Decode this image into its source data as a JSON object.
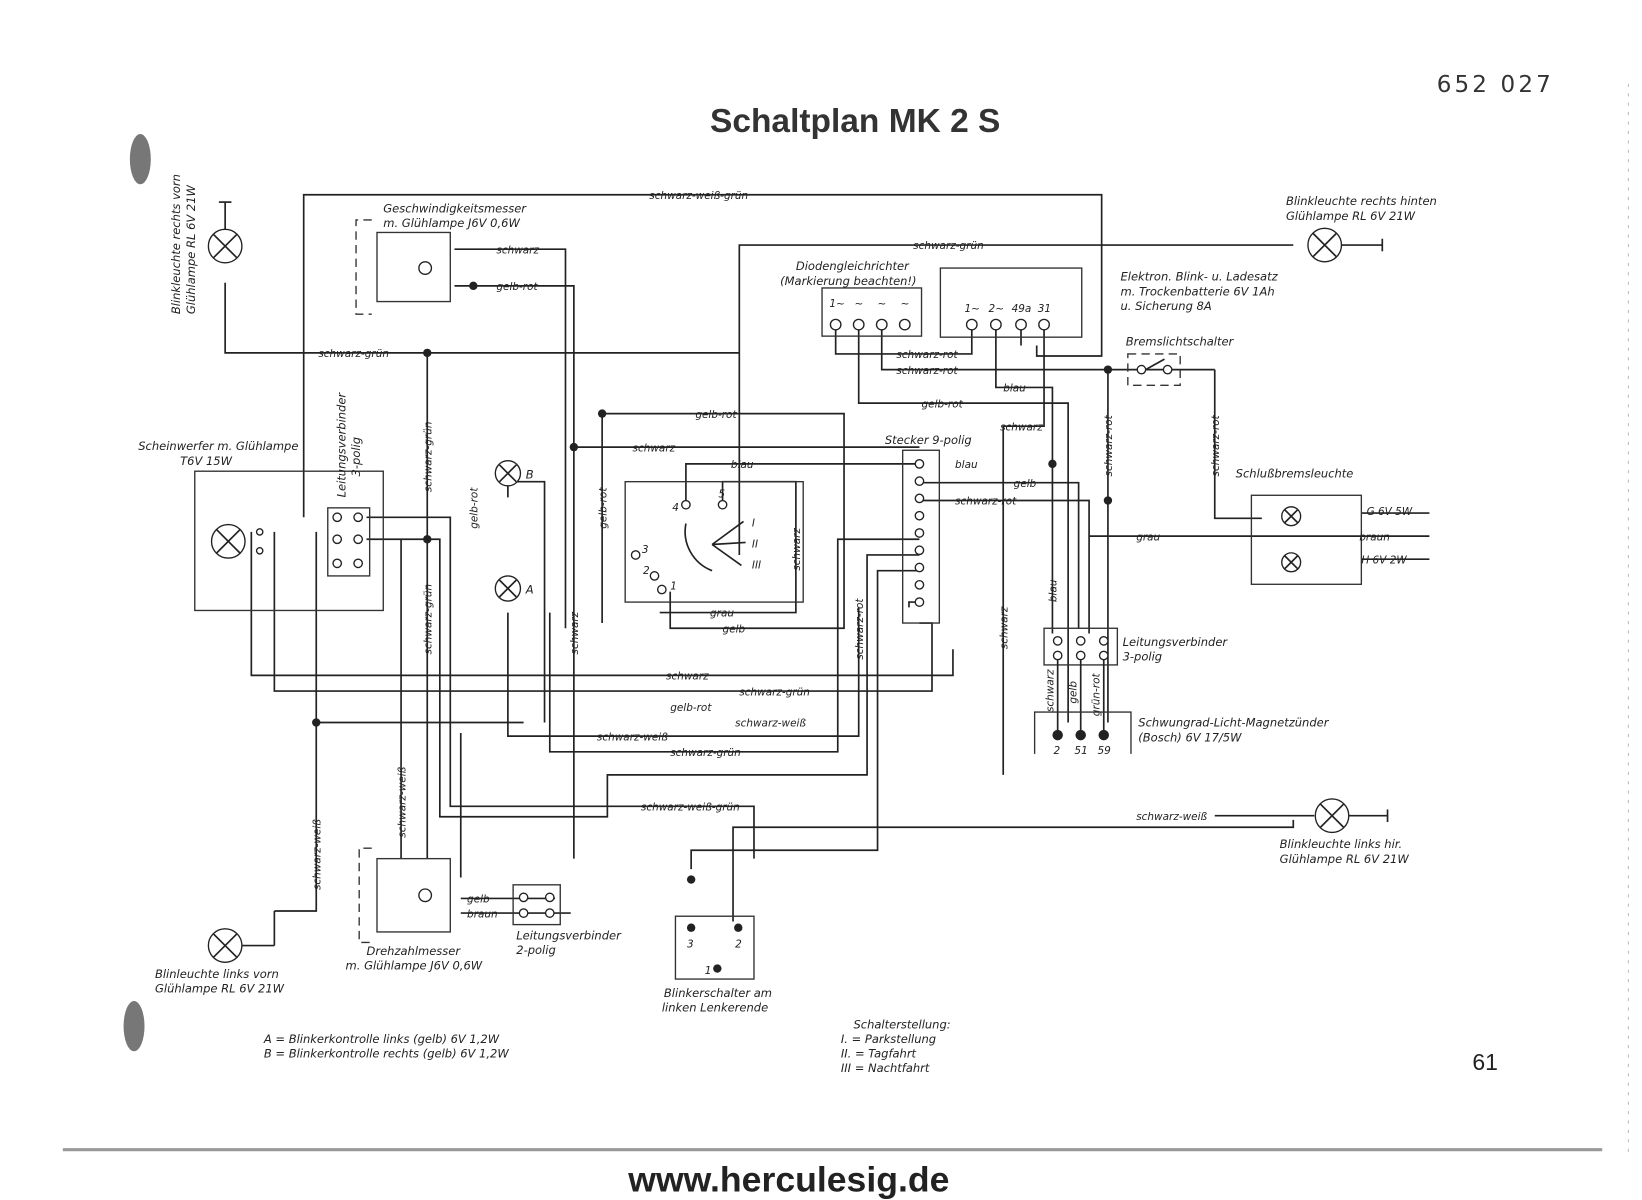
{
  "title": "Schaltplan MK 2 S",
  "stamp": "652 027",
  "page_number": "61",
  "footer_url": "www.herculesig.de",
  "components": {
    "blink_rv": [
      "Blinkleuchte rechts vorn",
      "Glühlampe RL 6V 21W"
    ],
    "tacho": [
      "Geschwindigkeitsmesser",
      "m. Glühlampe J6V 0,6W"
    ],
    "blink_rh": [
      "Blinkleuchte rechts hinten",
      "Glühlampe RL 6V 21W"
    ],
    "diode": [
      "Diodengleichrichter",
      "(Markierung beachten!)"
    ],
    "diode_terms": [
      "1~",
      "~",
      "~",
      "~"
    ],
    "elektron": [
      "Elektron. Blink- u. Ladesatz",
      "m. Trockenbatterie 6V 1Ah",
      "u. Sicherung 8A"
    ],
    "elektron_terms": [
      "1~",
      "2~",
      "49a",
      "31"
    ],
    "bremslichtschalter": "Bremslichtschalter",
    "scheinwerfer": [
      "Scheinwerfer m. Glühlampe",
      "T6V 15W"
    ],
    "lv3_left": [
      "Leitungsverbinder",
      "3-polig"
    ],
    "stecker": "Stecker 9-polig",
    "schlussbremsleuchte": "Schlußbremsleuchte",
    "schluss_labels": [
      "G 6V 5W",
      "braun",
      "H 6V 2W"
    ],
    "lv3_right": [
      "Leitungsverbinder",
      "3-polig"
    ],
    "magnetzuender": [
      "Schwungrad-Licht-Magnetzünder",
      "(Bosch) 6V 17/5W"
    ],
    "magnet_terms": [
      "2",
      "51",
      "59"
    ],
    "blink_lh": [
      "Blinkleuchte links hir.",
      "Glühlampe RL 6V 21W"
    ],
    "drehzahl": [
      "Drehzahlmesser",
      "m. Glühlampe J6V 0,6W"
    ],
    "lv2": [
      "Leitungsverbinder",
      "2-polig"
    ],
    "blinkerschalter": [
      "Blinkerschalter am",
      "linken Lenkerende"
    ],
    "blinkerschalter_terms": [
      "3",
      "2",
      "1"
    ],
    "blink_lv": [
      "Blinleuchte links vorn",
      "Glühlampe RL 6V 21W"
    ],
    "lamp_a": "A",
    "lamp_b": "B",
    "switch_terms": [
      "4",
      "5",
      "3",
      "2",
      "1",
      "I",
      "II",
      "III"
    ]
  },
  "wires": {
    "top": "schwarz-weiß-grün",
    "sg_top": "schwarz-grün",
    "t_schwarz": "schwarz",
    "t_gelbrot": "gelb-rot",
    "sg_left": "schwarz-grün",
    "sr1": "schwarz-rot",
    "sr2": "schwarz-rot",
    "blau1": "blau",
    "gr_mid": "gelb-rot",
    "schwarz_mid": "schwarz",
    "gr_upper": "gelb-rot",
    "schwarz_s": "schwarz",
    "blau_s": "blau",
    "gelb_s": "gelb",
    "sr_s": "schwarz-rot",
    "grau_r": "grau",
    "grau_b": "grau",
    "gelb_b": "gelb",
    "v_schwarz_rot_r": "schwarz-rot",
    "v_rot": "schwarz-rot",
    "v_sg1": "schwarz-grün",
    "v_gelbrot": "gelb-rot",
    "v_gelbrot2": "gelb-rot",
    "v_schwarz_sw": "schwarz",
    "v_schwarz2": "schwarz",
    "v_sr": "schwarz-rot",
    "v_schwarz3": "schwarz",
    "v_blau": "blau",
    "v_sg2": "schwarz-grün",
    "v_sw": "schwarz-weiß",
    "v_sw2": "schwarz-weiß",
    "h1": "schwarz",
    "h2": "schwarz-grün",
    "h3": "gelb-rot",
    "h4": "schwarz-weiß",
    "h5": "schwarz-weiß",
    "h6": "schwarz-grün",
    "h7": "schwarz-weiß-grün",
    "h8": "schwarz-weiß",
    "lv_schwarz": "schwarz",
    "lv_gelb": "gelb",
    "lv_gruenrot": "grün-rot",
    "d_gelb": "gelb",
    "d_braun": "braun"
  },
  "legend": {
    "a": "A = Blinkerkontrolle links (gelb) 6V 1,2W",
    "b": "B = Blinkerkontrolle rechts (gelb) 6V 1,2W",
    "schalter_title": "Schalterstellung:",
    "schalter": [
      "I. = Parkstellung",
      "II. = Tagfahrt",
      "III = Nachtfahrt"
    ]
  }
}
